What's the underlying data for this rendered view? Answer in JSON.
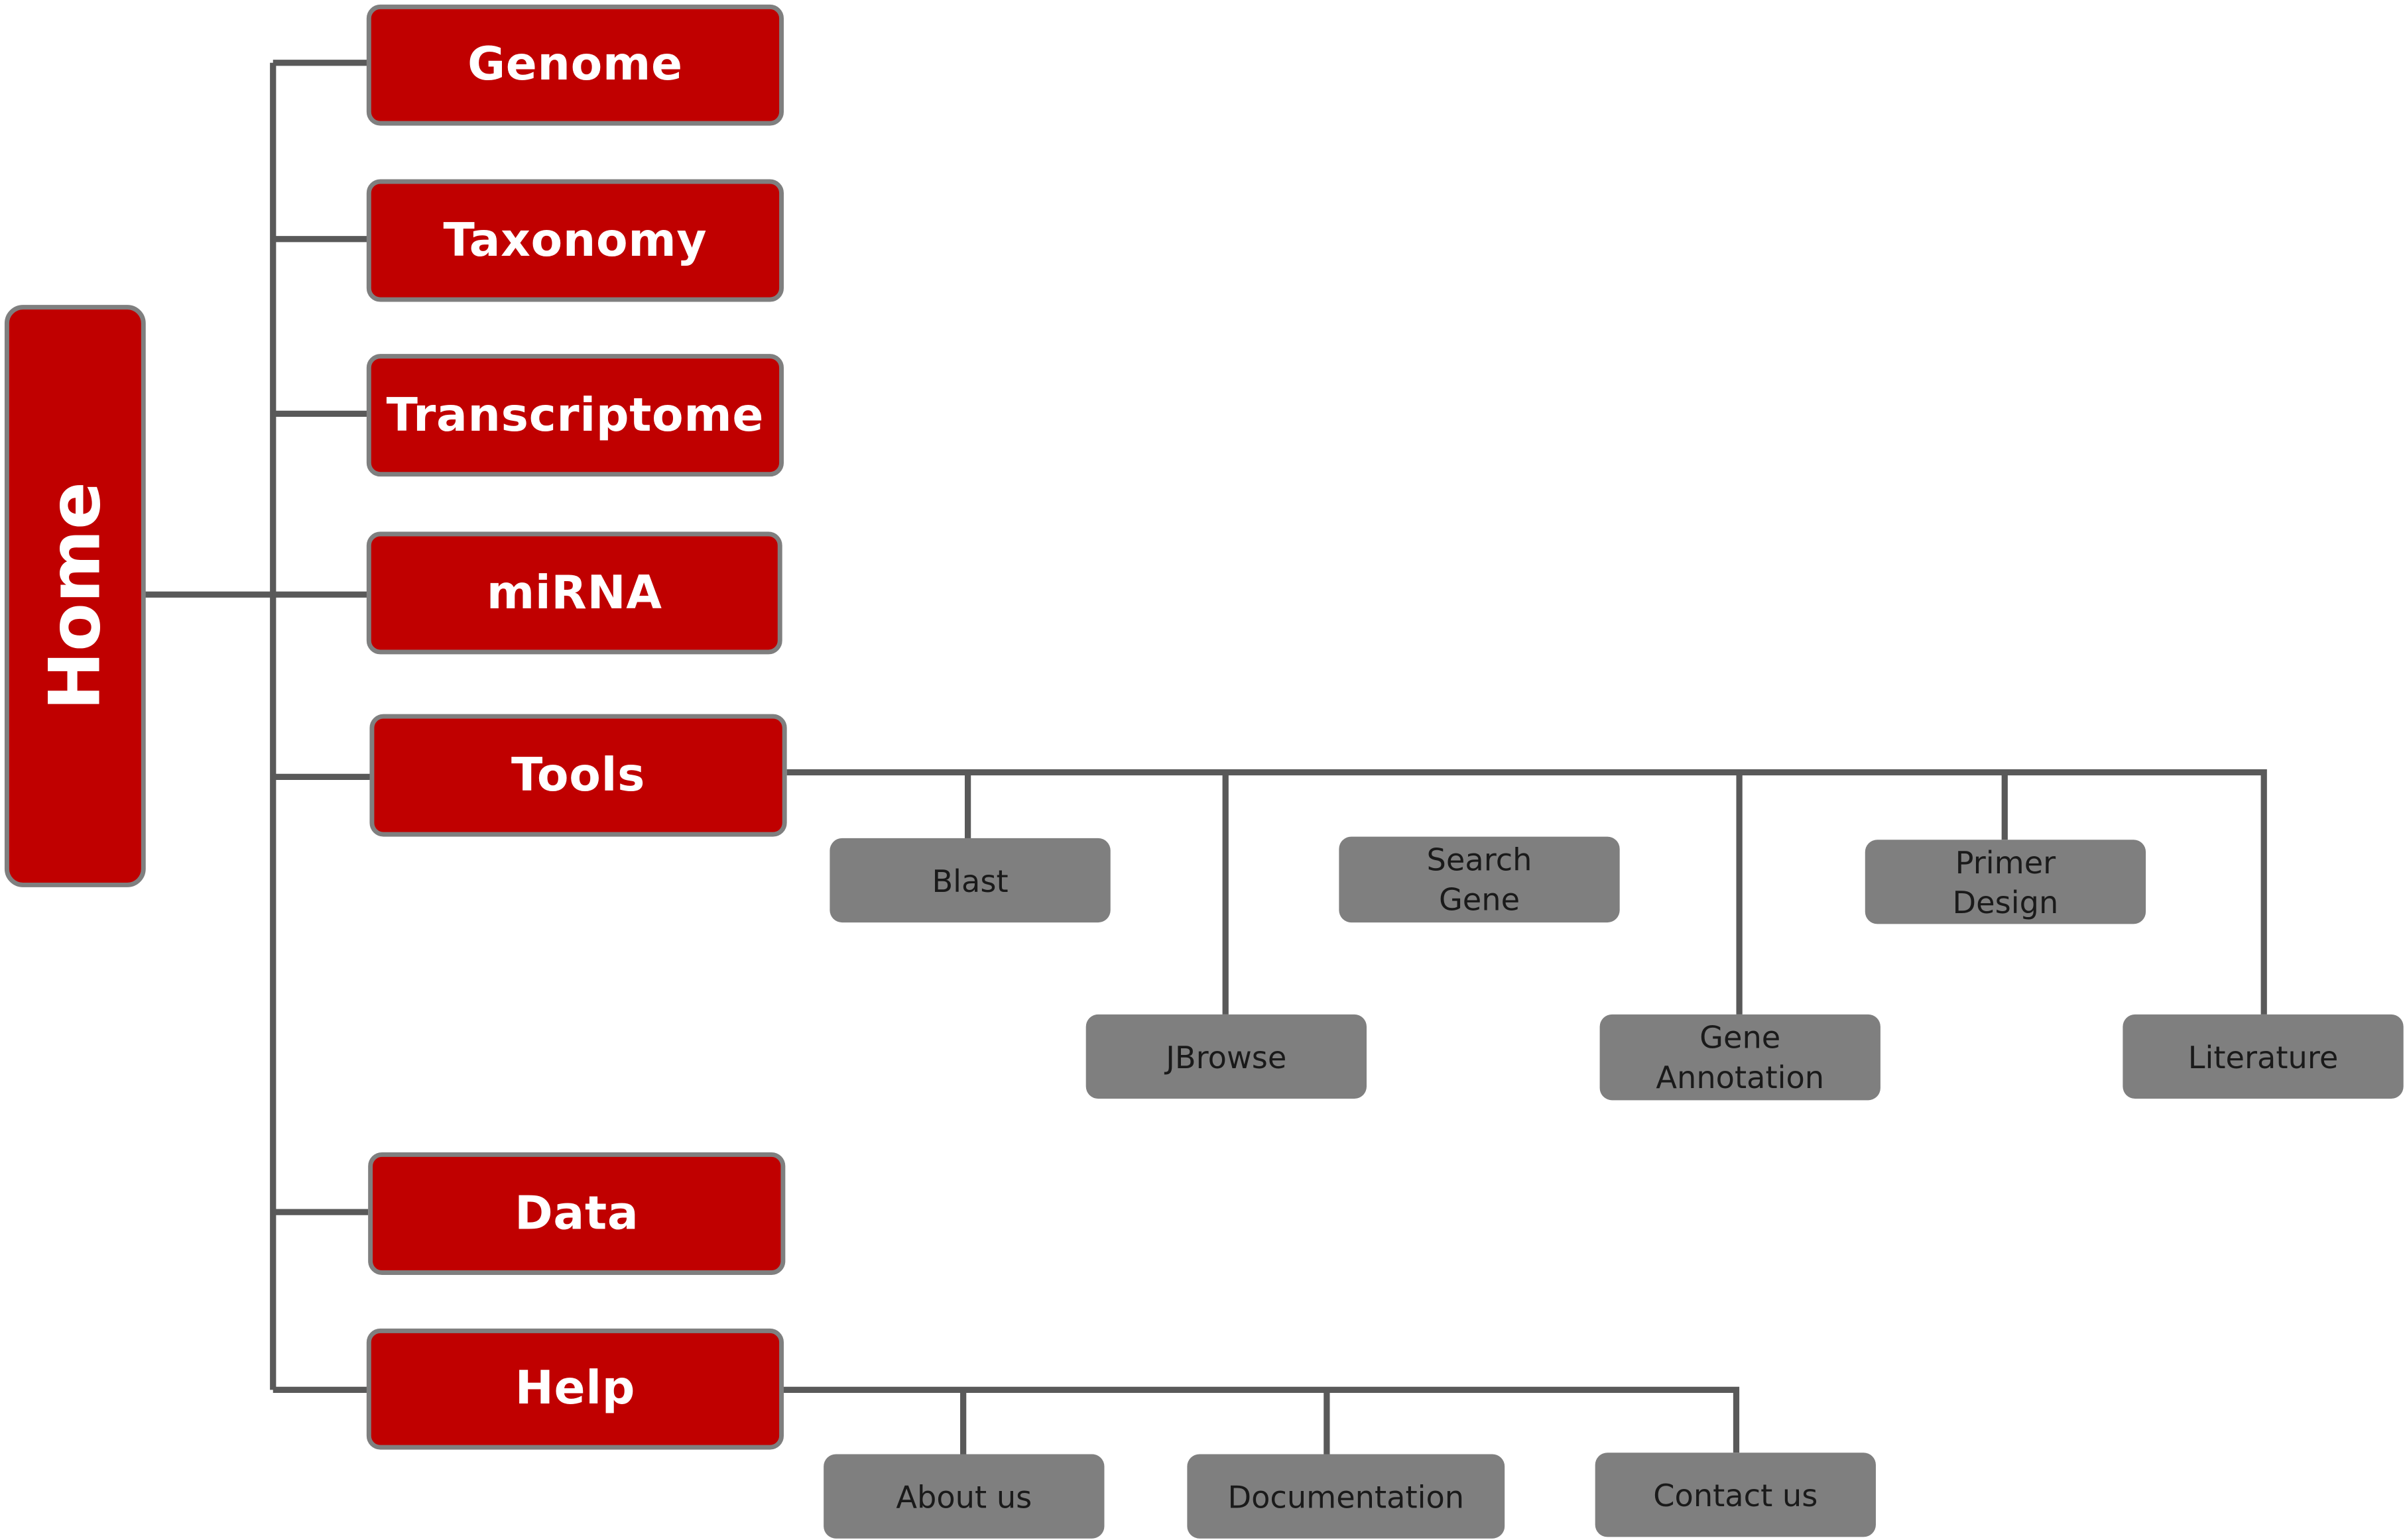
{
  "colors": {
    "primary_node": "#c00000",
    "secondary_node": "#7f7f7f",
    "connector": "#595959",
    "node_border": "#7f7f7f"
  },
  "root": {
    "label": "Home"
  },
  "menu": {
    "genome": "Genome",
    "taxonomy": "Taxonomy",
    "transcriptome": "Transcriptome",
    "mirna": "miRNA",
    "tools": "Tools",
    "data": "Data",
    "help": "Help"
  },
  "tools": {
    "blast": "Blast",
    "jbrowse": "JBrowse",
    "search_gene": "Search\nGene",
    "gene_annotation": "Gene\nAnnotation",
    "primer_design": "Primer\nDesign",
    "literature": "Literature"
  },
  "help": {
    "about_us": "About us",
    "documentation": "Documentation",
    "contact_us": "Contact us"
  }
}
